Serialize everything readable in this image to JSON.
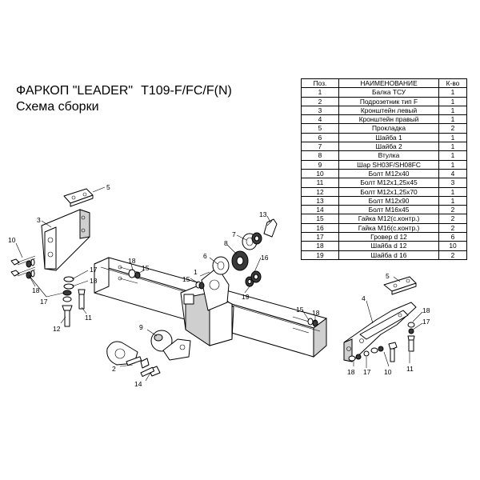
{
  "title": {
    "line1_part1": "ФАРКОП \"LEADER\"",
    "line1_part2": "T109-F/FC/F(N)",
    "line2": "Схема сборки"
  },
  "table": {
    "headers": [
      "Поз.",
      "НАИМЕНОВАНИЕ",
      "К-во"
    ],
    "rows": [
      [
        "1",
        "Балка ТСУ",
        "1"
      ],
      [
        "2",
        "Подрозетник тип F",
        "1"
      ],
      [
        "3",
        "Кронштейн левый",
        "1"
      ],
      [
        "4",
        "Кронштейн правый",
        "1"
      ],
      [
        "5",
        "Прокладка",
        "2"
      ],
      [
        "6",
        "Шайба 1",
        "1"
      ],
      [
        "7",
        "Шайба 2",
        "1"
      ],
      [
        "8",
        "Втулка",
        "1"
      ],
      [
        "9",
        "Шар SH03F/SH08FC",
        "1"
      ],
      [
        "10",
        "Болт М12х40",
        "4"
      ],
      [
        "11",
        "Болт М12х1,25х45",
        "3"
      ],
      [
        "12",
        "Болт М12х1,25х70",
        "1"
      ],
      [
        "13",
        "Болт М12х90",
        "1"
      ],
      [
        "14",
        "Болт М16х45",
        "2"
      ],
      [
        "15",
        "Гайка М12(с.контр.)",
        "2"
      ],
      [
        "16",
        "Гайка  М16(с.контр.)",
        "2"
      ],
      [
        "17",
        "Гровер d 12",
        "6"
      ],
      [
        "18",
        "Шайба d 12",
        "10"
      ],
      [
        "19",
        "Шайба d 16",
        "2"
      ]
    ]
  },
  "callouts": {
    "c5a": "5",
    "c3": "3",
    "c10a": "10",
    "c17a": "17",
    "c18a": "18",
    "c17b": "17",
    "c18b": "18",
    "c11a": "11",
    "c12": "12",
    "c18c": "18",
    "c15a": "15",
    "c15b": "15",
    "c6": "6",
    "c13": "13",
    "c7": "7",
    "c8": "8",
    "c16": "16",
    "c19": "19",
    "c1": "1",
    "c9": "9",
    "c2": "2",
    "c14": "14",
    "c15c": "15",
    "c18d": "18",
    "c5b": "5",
    "c4": "4",
    "c18e": "18",
    "c17c": "17",
    "c18f": "18",
    "c17d": "17",
    "c10b": "10",
    "c11b": "11"
  }
}
